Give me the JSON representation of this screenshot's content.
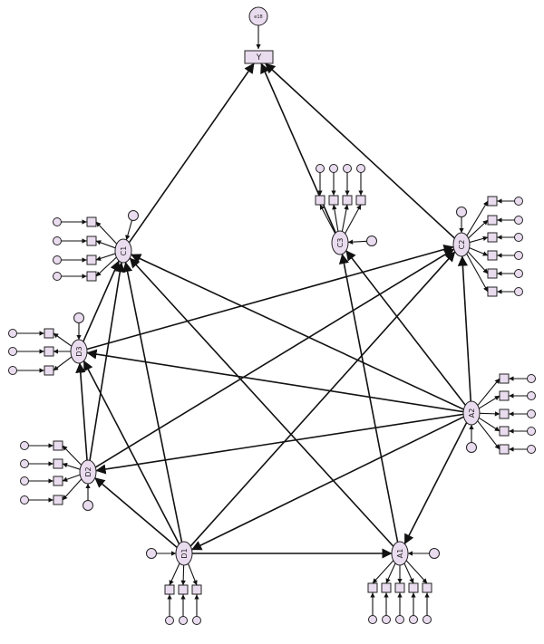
{
  "colors": {
    "node_fill": "#eadcef",
    "stroke": "#222222"
  },
  "outcome": {
    "label": "Y",
    "error": "e18"
  },
  "latents": {
    "C1": {
      "label": "C1"
    },
    "C2": {
      "label": "C2"
    },
    "C3": {
      "label": "C3"
    },
    "D1": {
      "label": "D1"
    },
    "D2": {
      "label": "D2"
    },
    "D3": {
      "label": "D3"
    },
    "A1": {
      "label": "A1"
    },
    "A2": {
      "label": "A2"
    }
  }
}
